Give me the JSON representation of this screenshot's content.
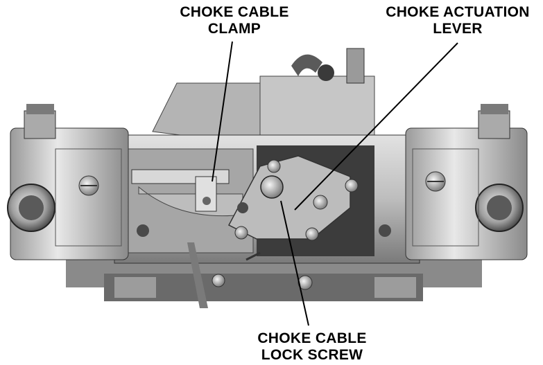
{
  "callouts": {
    "choke_cable_clamp": {
      "line1": "CHOKE CABLE",
      "line2": "CLAMP"
    },
    "choke_actuation_lever": {
      "line1": "CHOKE ACTUATION",
      "line2": "LEVER"
    },
    "choke_cable_lock_screw": {
      "line1": "CHOKE CABLE",
      "line2": "LOCK SCREW"
    }
  },
  "colors": {
    "background": "#ffffff",
    "metal_light": "#d6d6d6",
    "metal_mid": "#a8a8a8",
    "metal_dark": "#555555",
    "shadow": "#222222"
  }
}
